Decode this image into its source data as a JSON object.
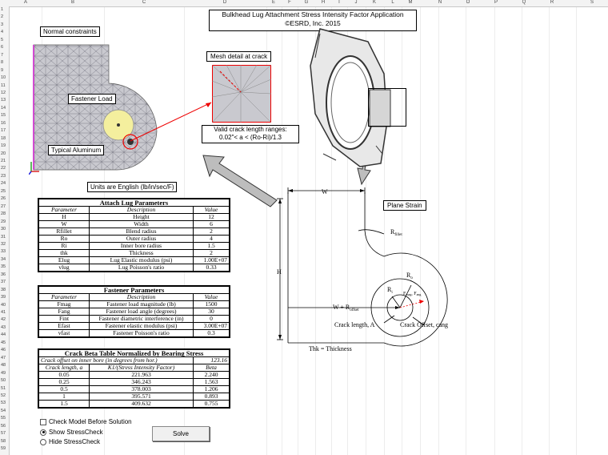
{
  "columns": [
    "A",
    "B",
    "C",
    "D",
    "E",
    "F",
    "G",
    "H",
    "I",
    "J",
    "K",
    "L",
    "M",
    "N",
    "O",
    "P",
    "Q",
    "R",
    "S"
  ],
  "rows": [
    "1",
    "2",
    "3",
    "4",
    "5",
    "6",
    "7",
    "8",
    "9",
    "10",
    "11",
    "12",
    "13",
    "14",
    "15",
    "16",
    "17",
    "18",
    "19",
    "20",
    "21",
    "22",
    "23",
    "24",
    "25",
    "26",
    "27",
    "28",
    "29",
    "30",
    "31",
    "32",
    "33",
    "34",
    "35",
    "36",
    "37",
    "38",
    "39",
    "40",
    "41",
    "42",
    "43",
    "44",
    "45",
    "46",
    "47",
    "48",
    "49",
    "50",
    "51",
    "52",
    "53",
    "54",
    "55",
    "56",
    "57",
    "58",
    "59"
  ],
  "title": {
    "line1": "Bulkhead Lug Attachment Stress Intensity Factor Application",
    "line2": "©ESRD, Inc. 2015"
  },
  "labels": {
    "normal_constraints": "Normal constraints",
    "fastener_load": "Fastener Load",
    "typical_aluminum": "Typical Aluminum",
    "mesh_detail": "Mesh detail at crack",
    "crack_ranges_line1": "Valid crack length ranges:",
    "crack_ranges_line2": "0.02\"< a < (Ro-Ri)/1.3",
    "units": "Units are English (lb/in/sec/F)",
    "plane_strain": "Plane Strain"
  },
  "diagram": {
    "w": "W",
    "h": "H",
    "w_plus_roffset": "W + R",
    "w_plus_roffset_sub": "offset",
    "rfillet": "R",
    "rfillet_sub": "fillet",
    "ro": "R",
    "ro_sub": "o",
    "ri": "R",
    "ri_sub": "i",
    "fmag_fang": "F",
    "fmag_sub": "mag",
    "fang_sep": ", F",
    "fang_sub": "ang",
    "crack_length": "Crack length, A",
    "crack_offset": "Crack Offset, cang",
    "thk": "Thk = Thickness"
  },
  "lug_table": {
    "title": "Attach Lug Parameters",
    "headers": [
      "Parameter",
      "Description",
      "Value"
    ],
    "rows": [
      [
        "H",
        "Height",
        "12"
      ],
      [
        "W",
        "Width",
        "6"
      ],
      [
        "Rfillet",
        "Blend radius",
        "2"
      ],
      [
        "Ro",
        "Outer radius",
        "4"
      ],
      [
        "Ri",
        "Inner bore radius",
        "1.5"
      ],
      [
        "thk",
        "Thickness",
        "2"
      ],
      [
        "Elug",
        "Lug Elastic modulus (psi)",
        "1.00E+07"
      ],
      [
        "vlug",
        "Lug Poisson's ratio",
        "0.33"
      ]
    ]
  },
  "fastener_table": {
    "title": "Fastener Parameters",
    "headers": [
      "Parameter",
      "Description",
      "Value"
    ],
    "rows": [
      [
        "Fmag",
        "Fastener load magnitude (lb)",
        "1500"
      ],
      [
        "Fang",
        "Fastener load angle (degrees)",
        "30"
      ],
      [
        "Fint",
        "Fastener diametric interference (in)",
        "0"
      ],
      [
        "Efast",
        "Fastener elastic modulus (psi)",
        "3.00E+07"
      ],
      [
        "vfast",
        "Fastener Poisson's ratio",
        "0.3"
      ]
    ]
  },
  "crack_table": {
    "title": "Crack Beta Table Normalized by Bearing Stress",
    "offset_label": "Crack offset on inner bore (in degrees from hor.)",
    "offset_value": "123.16",
    "headers": [
      "Crack length, a",
      "K1/(Stress Intensity Factor)",
      "Beta"
    ],
    "rows": [
      [
        "0.05",
        "221.963",
        "2.240"
      ],
      [
        "0.25",
        "346.243",
        "1.563"
      ],
      [
        "0.5",
        "378.003",
        "1.206"
      ],
      [
        "1",
        "395.571",
        "0.893"
      ],
      [
        "1.5",
        "409.632",
        "0.755"
      ]
    ]
  },
  "options": {
    "check_model": "Check Model Before Solution",
    "show_sc": "Show StressCheck",
    "hide_sc": "Hide StressCheck",
    "solve": "Solve"
  }
}
